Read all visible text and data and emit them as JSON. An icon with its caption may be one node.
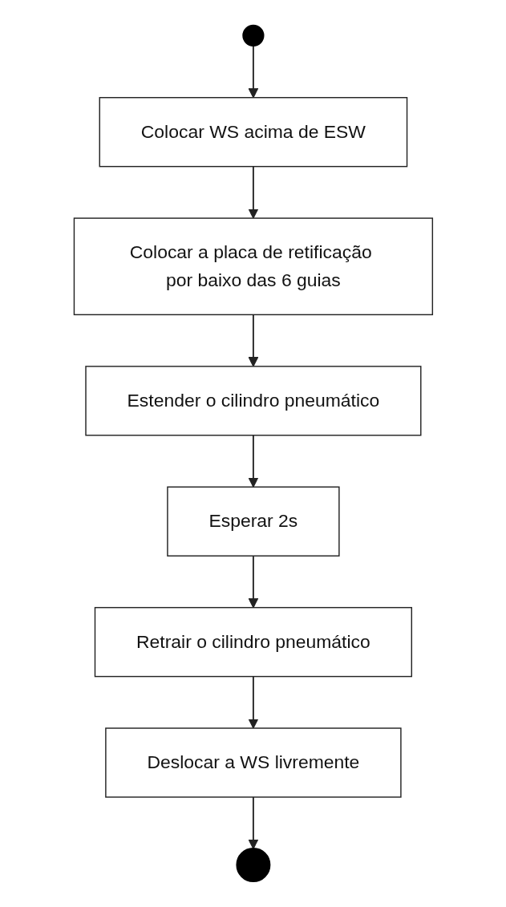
{
  "diagram": {
    "nodes": [
      {
        "text": [],
        "shape": "circle"
      },
      {
        "text": [
          "Colocar WS acima de ESW"
        ]
      },
      {
        "text": [
          "Colocar a placa de retificação por baixo das 6 guias"
        ]
      },
      {
        "text": [
          "Estender o cilindro pneumático"
        ]
      },
      {
        "text": [
          "Esperar 2s"
        ]
      },
      {
        "text": [
          "Retrair o cilindro pneumático"
        ]
      },
      {
        "text": [
          "Deslocar a WS livremente"
        ]
      },
      {
        "text": [],
        "shape": "circle"
      }
    ],
    "edges": [
      {
        "from": 0,
        "to": 1,
        "arrow": "to"
      },
      {
        "from": 1,
        "to": 2,
        "arrow": "to"
      },
      {
        "from": 2,
        "to": 3,
        "arrow": "to"
      },
      {
        "from": 3,
        "to": 4,
        "arrow": "to"
      },
      {
        "from": 4,
        "to": 5,
        "arrow": "to"
      },
      {
        "from": 5,
        "to": 6,
        "arrow": "to"
      },
      {
        "from": 6,
        "to": 7,
        "arrow": "to"
      }
    ]
  }
}
